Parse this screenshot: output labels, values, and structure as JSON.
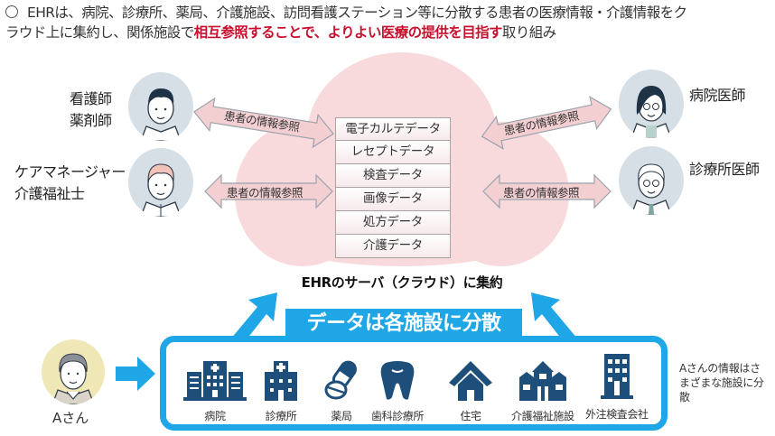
{
  "intro": {
    "line1": "EHRは、病院、診療所、薬局、介護施設、訪問看護ステーション等に分散する患者の医療情報・介護情報をク",
    "line2_prefix": "ラウド上に集約し、関係施設で",
    "line2_highlight1": "相互参照することで、よりよい医療の提供を目指す",
    "line2_suffix": "取り組み",
    "highlight_color": "#c8102e"
  },
  "roles": {
    "left_top": {
      "line1": "看護師",
      "line2": "薬剤師"
    },
    "left_bottom": {
      "line1": "ケアマネージャー",
      "line2": "介護福祉士"
    },
    "right_top": {
      "line1": "病院医師"
    },
    "right_bottom": {
      "line1": "診療所医師"
    }
  },
  "arrows": {
    "left_top": "患者の情報参照",
    "left_bottom": "患者の情報参照",
    "right_top": "患者の情報参照",
    "right_bottom": "患者の情報参照"
  },
  "cloud": {
    "data_items": [
      "電子カルテデータ",
      "レセプトデータ",
      "検査データ",
      "画像データ",
      "処方データ",
      "介護データ"
    ],
    "caption": "EHRのサーバ（クラウド）に集約",
    "fill_color": "#f8d9dc"
  },
  "distribution": {
    "banner": "データは各施設に分散",
    "accent_color": "#1ea6e6",
    "icon_color": "#1d4f7a",
    "facilities": [
      {
        "label": "病院",
        "icon": "hospital-icon"
      },
      {
        "label": "診療所",
        "icon": "clinic-icon"
      },
      {
        "label": "薬局",
        "icon": "pills-icon"
      },
      {
        "label": "歯科診療所",
        "icon": "tooth-icon"
      },
      {
        "label": "住宅",
        "icon": "house-icon"
      },
      {
        "label": "介護福祉施設",
        "icon": "care-facility-icon"
      },
      {
        "label": "外注検査会社",
        "icon": "office-building-icon"
      }
    ]
  },
  "patient": {
    "label": "Aさん",
    "note": "Aさんの情報はさまざまな施設に分散"
  }
}
